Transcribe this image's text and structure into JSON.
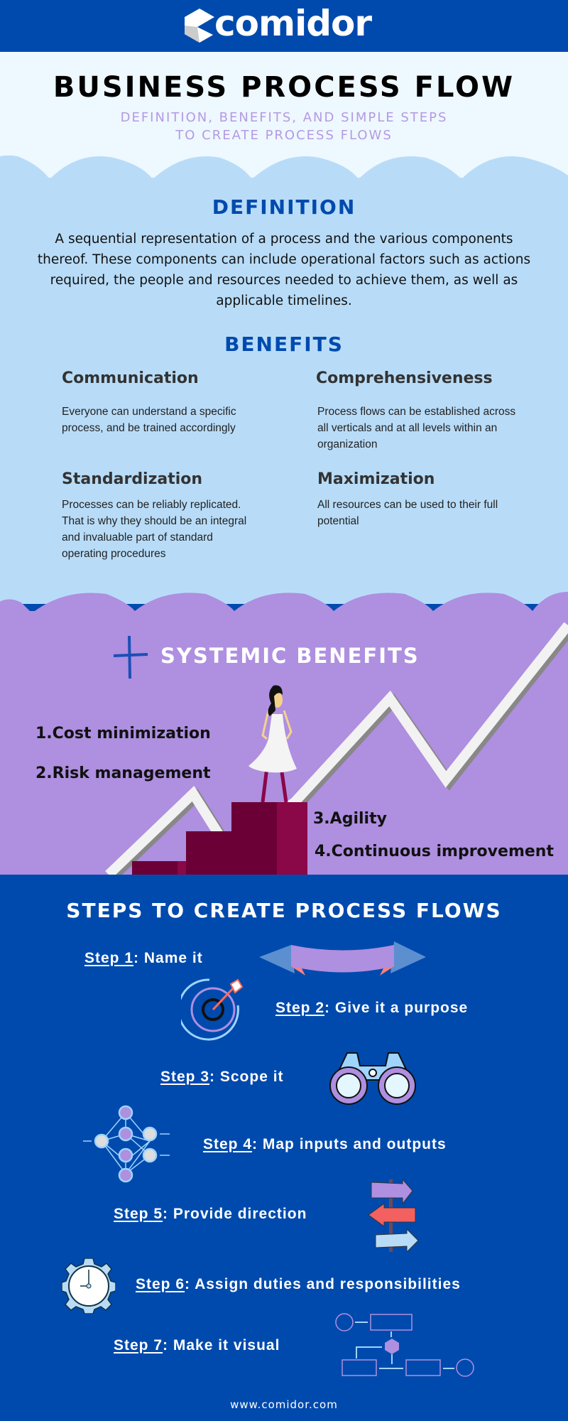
{
  "brand": {
    "name": "comidor",
    "color": "#004aad"
  },
  "header": {
    "title": "BUSINESS PROCESS FLOW",
    "subtitle_line1": "DEFINITION, BENEFITS, AND SIMPLE STEPS",
    "subtitle_line2": "TO CREATE PROCESS FLOWS"
  },
  "definition": {
    "heading": "DEFINITION",
    "text": "A sequential representation of a process and the various components thereof. These components can include operational factors such as actions required, the people and resources needed to achieve them, as well as applicable timelines."
  },
  "benefits": {
    "heading": "BENEFITS",
    "items": [
      {
        "title": "Communication",
        "text": "Everyone can understand a specific process, and be trained accordingly"
      },
      {
        "title": "Comprehensiveness",
        "text": "Process flows can be established across all verticals and at all levels within an organization"
      },
      {
        "title": "Standardization",
        "text": "Processes can be reliably replicated. That is why they should be an integral and invaluable part of standard operating procedures"
      },
      {
        "title": "Maximization",
        "text": "All resources can be used to their full potential"
      }
    ]
  },
  "systemic": {
    "heading": "SYSTEMIC BENEFITS",
    "items": [
      "1.Cost minimization",
      "2.Risk management",
      "3.Agility",
      "4.Continuous improvement"
    ]
  },
  "steps": {
    "heading": "STEPS TO CREATE PROCESS FLOWS",
    "items": [
      {
        "label": "Step 1",
        "text": ": Name it",
        "icon": "ribbon-banner-icon"
      },
      {
        "label": "Step 2",
        "text": ": Give it a purpose",
        "icon": "target-icon"
      },
      {
        "label": "Step 3",
        "text": ": Scope it",
        "icon": "binoculars-icon"
      },
      {
        "label": "Step 4",
        "text": ": Map inputs and outputs",
        "icon": "network-icon"
      },
      {
        "label": "Step 5",
        "text": ": Provide direction",
        "icon": "signpost-icon"
      },
      {
        "label": "Step 6",
        "text": ": Assign duties and responsibilities",
        "icon": "gear-clock-icon"
      },
      {
        "label": "Step 7",
        "text": ": Make it visual",
        "icon": "flowchart-icon"
      }
    ]
  },
  "footer": {
    "url": "www.comidor.com"
  },
  "colors": {
    "dark_blue": "#004aad",
    "light_blue": "#b8dcf8",
    "purple": "#ae8fe0",
    "maroon": "#8a0748"
  }
}
